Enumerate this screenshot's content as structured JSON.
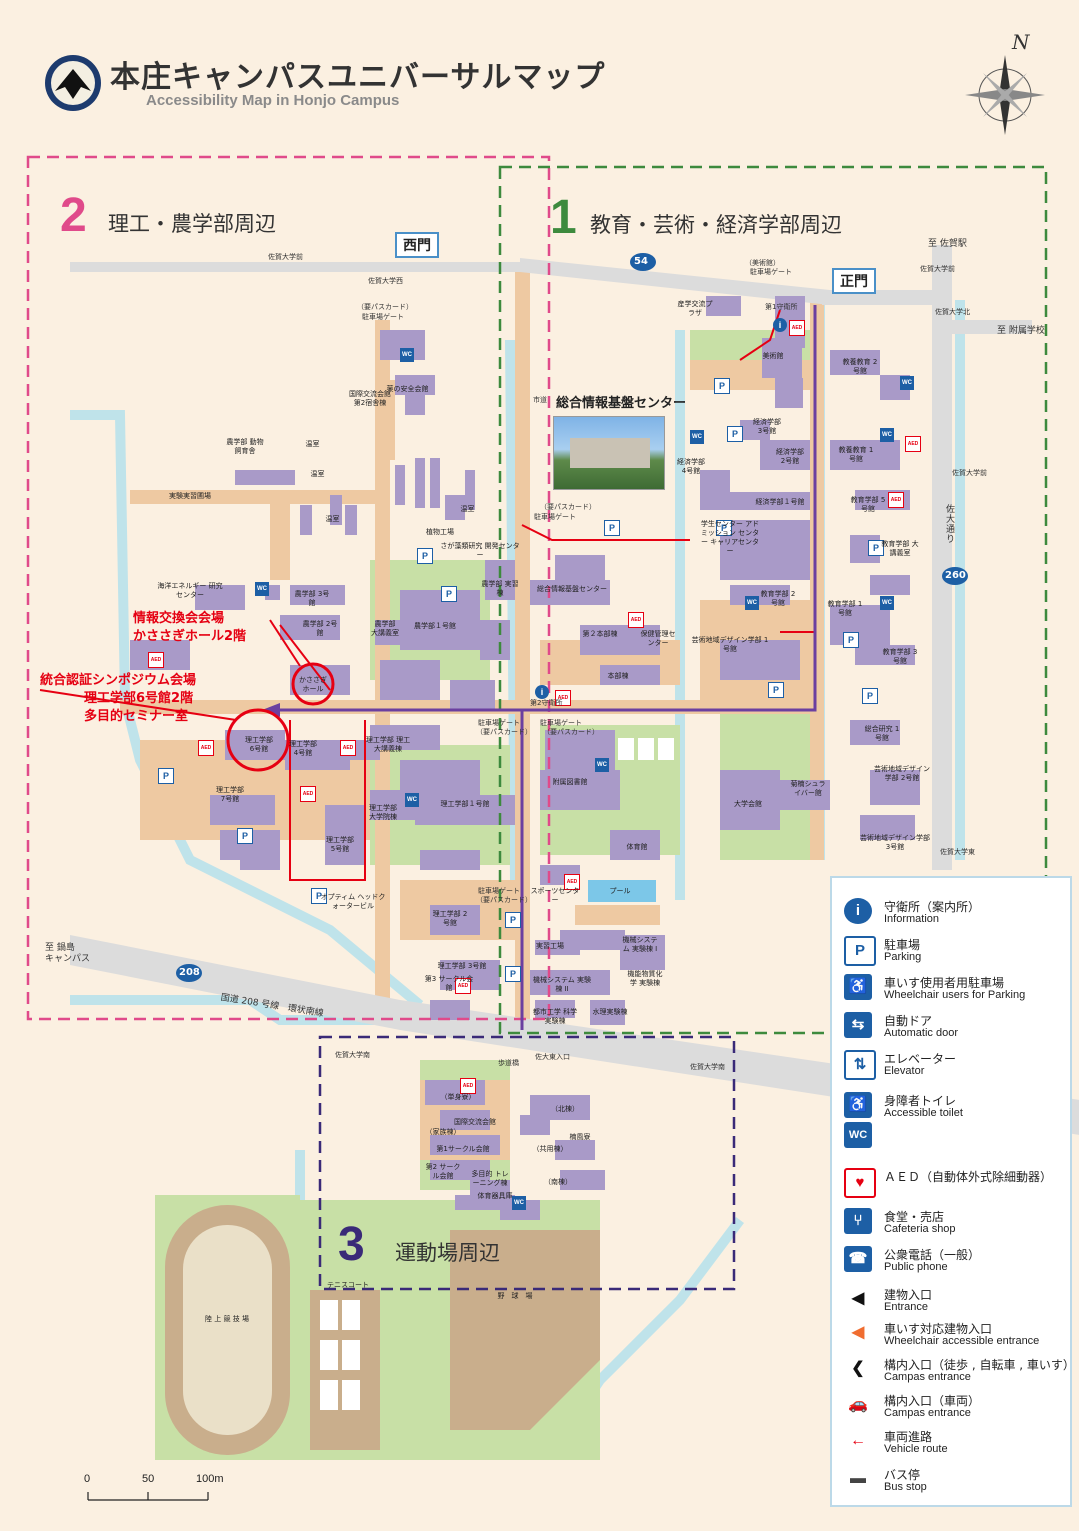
{
  "header": {
    "title": "本庄キャンパスユニバーサルマップ",
    "subtitle": "Accessibility Map in Honjo Campus",
    "north": "N"
  },
  "zones": [
    {
      "num": "2",
      "label": "理工・農学部周辺",
      "color": "#e04a8a"
    },
    {
      "num": "1",
      "label": "教育・芸術・経済学部周辺",
      "color": "#3d8a3d"
    },
    {
      "num": "3",
      "label": "運動場周辺",
      "color": "#3a2a78"
    }
  ],
  "gates": {
    "west": "西門",
    "main": "正門"
  },
  "notes": {
    "exchange_1": "情報交換会会場",
    "exchange_2": "かささぎホール2階",
    "symposium_1": "統合認証シンポジウム会場",
    "symposium_2": "理工学部6号館2階",
    "symposium_3": "多目的セミナー室"
  },
  "photo_caption": "総合情報基盤センター",
  "places": {
    "to_saga_station": "至 佐賀駅",
    "to_attached_school": "至 附属学校",
    "to_nabeshima_1": "至 鍋島",
    "to_nabeshima_2": "キャンパス",
    "saga_univ_west": "佐賀大学西",
    "saga_univ_front": "佐賀大学前",
    "saga_univ_south": "佐賀大学南",
    "saga_univ_east": "佐賀大学東",
    "saga_univ_north": "佐賀大学北",
    "saga_univ_entrance": "佐大東入口",
    "road_sadai": "佐大通り",
    "road_208": "国道 208 号線　環状南線",
    "route_54": "54",
    "route_260": "260",
    "route_208": "208",
    "parking_gate_card": "（要パスカード）",
    "parking_gate": "駐車場ゲート",
    "art_parking_gate": "（美術館）",
    "guard_1": "第1守衛所",
    "guard_2": "第2守衛所",
    "city_road": "市道",
    "walkway": "歩道橋"
  },
  "buildings": {
    "industry": "産学交流プラザ",
    "art_museum": "美術館",
    "edu_2": "教養教育 2号館",
    "edu_1": "教養教育 1号館",
    "econ_3": "経済学部 3号館",
    "econ_2": "経済学部 2号館",
    "econ_4": "経済学部 4号館",
    "econ_1": "経済学部１号館",
    "edu_dept_5": "教育学部 5号館",
    "student_center": "学生センター アドミッション センター キャリアセンター",
    "edu_lecture": "教育学部 大講義室",
    "edu_dept_2": "教育学部 2号館",
    "edu_dept_1": "教育学部 1号館",
    "edu_dept_3": "教育学部 3号館",
    "art_design_1": "芸術地域デザイン学部 1号館",
    "art_design_2": "芸術地域デザイン学部 2号館",
    "art_design_3": "芸術地域デザイン学部 3号館",
    "research_1": "総合研究 1号館",
    "univ_hall": "大学会館",
    "kikuyo": "菊楠シュライバー館",
    "info_center": "総合情報基盤センター",
    "admin_2": "第２本部棟",
    "health": "保健管理センター",
    "admin": "本部棟",
    "library": "附属図書館",
    "gym": "体育館",
    "pool": "プール",
    "sports_center": "スポーツセンター",
    "practice_factory": "実習工場",
    "mech_1": "機械システム 実験棟 I",
    "mech_2": "機械システム 実験棟 II",
    "chem": "機能物質化学 実験棟",
    "water": "水理実験棟",
    "civil": "都市工学 科学実験棟",
    "farm_animal": "農学部 動物飼育舎",
    "greenhouse": "温室",
    "field": "実験実習圃場",
    "plant_factory": "植物工場",
    "saga_research": "さが藻類研究 開発センター",
    "ocean": "海洋エネルギー 研究センター",
    "agri_3": "農学部 3号館",
    "agri_2": "農学部 2号館",
    "agri_1": "農学部１号館",
    "agri_lecture": "農学部 大講義室",
    "agri_lab": "農学部 実習棟",
    "kasasagi": "かささぎ ホール",
    "sci_6": "理工学部 6号館",
    "sci_4": "理工学部 4号館",
    "sci_lecture": "理工学部 理工大講義棟",
    "sci_7": "理工学部 7号館",
    "sci_5": "理工学部 5号館",
    "sci_grad": "理工学部 大学院棟",
    "sci_1": "理工学部１号館",
    "sci_2": "理工学部 2号館",
    "sci_3": "理工学部 3号館",
    "optical": "オプティム ヘッドクォータービル",
    "circle_3": "第3 サークル会館",
    "intl_1": "国際交流会館 第2宿舎棟",
    "safety": "薬の安全会館",
    "dorm_north": "（北棟）",
    "dorm_family": "（家族棟）",
    "intl_hall": "国際交流会館",
    "circle_1": "第1サークル会館",
    "dorm_share": "（共用棟）",
    "kusunoki": "楠風寮",
    "circle_2": "第2 サークル会館",
    "training": "多目的 トレーニング棟",
    "dorm_south": "（南棟）",
    "gym_storage": "体育器具庫",
    "athletics": "陸 上 競 技 場",
    "tennis": "テニスコート",
    "baseball": "野　球　場",
    "dorm_single": "（単身寮）"
  },
  "legend": [
    {
      "ja": "守衛所（案内所）",
      "en": "Information",
      "icon": "info-icon"
    },
    {
      "ja": "駐車場",
      "en": "Parking",
      "icon": "parking-icon"
    },
    {
      "ja": "車いす使用者用駐車場",
      "en": "Wheelchair users for Parking",
      "icon": "wheelchair-parking-icon"
    },
    {
      "ja": "自動ドア",
      "en": "Automatic door",
      "icon": "automatic-door-icon"
    },
    {
      "ja": "エレベーター",
      "en": "Elevator",
      "icon": "elevator-icon"
    },
    {
      "ja": "身障者トイレ",
      "en": "Accessible  toilet",
      "icon": "accessible-toilet-icon"
    },
    {
      "ja": "ＡＥＤ（自動体外式除細動器）",
      "en": "",
      "icon": "aed-icon"
    },
    {
      "ja": "食堂・売店",
      "en": "Cafeteria shop",
      "icon": "cafeteria-icon"
    },
    {
      "ja": "公衆電話（一般）",
      "en": "Public phone",
      "icon": "phone-icon"
    },
    {
      "ja": "建物入口",
      "en": "Entrance",
      "icon": "entrance-icon"
    },
    {
      "ja": "車いす対応建物入口",
      "en": "Wheelchair accessible entrance",
      "icon": "wheelchair-entrance-icon"
    },
    {
      "ja": "構内入口（徒歩 , 自転車 , 車いす）",
      "en": "Campas entrance",
      "icon": "campus-entrance-icon"
    },
    {
      "ja": "構内入口（車両）",
      "en": "Campas entrance",
      "icon": "car-entrance-icon"
    },
    {
      "ja": "車両進路",
      "en": "Vehicle route",
      "icon": "vehicle-route-icon"
    },
    {
      "ja": "バス停",
      "en": "Bus stop",
      "icon": "bus-stop-icon"
    }
  ],
  "legend_icons": {
    "info": "i",
    "parking": "P",
    "aed": "AED",
    "wc": "WC"
  },
  "scale": {
    "t0": "0",
    "t50": "50",
    "t100": "100m"
  },
  "colors": {
    "background": "#fbf0e1",
    "building": "#a99ac8",
    "path": "#eec9a2",
    "green": "#c8e0a6",
    "water": "#bfe3ea",
    "route_red": "#e60012",
    "route_purple": "#6b3fa0",
    "icon_blue": "#1d5fa5",
    "aed_red": "#e60012"
  }
}
